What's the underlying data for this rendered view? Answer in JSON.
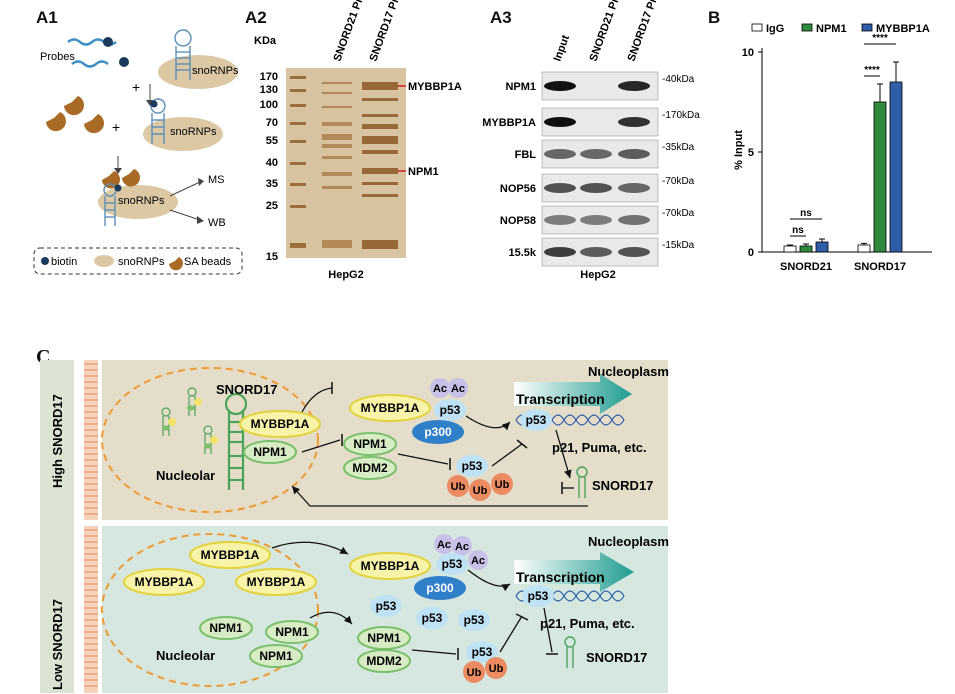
{
  "panels": {
    "a1": "A1",
    "a2": "A2",
    "a3": "A3",
    "b": "B",
    "c": "C"
  },
  "a1": {
    "probes": "Probes",
    "snornps_top": "snoRNPs",
    "snornps_mid": "snoRNPs",
    "snornps_bottom": "snoRNPs",
    "plus1": "+",
    "plus2": "+",
    "ms": "MS",
    "wb": "WB",
    "legend": [
      "biotin",
      "snoRNPs",
      "SA beads"
    ],
    "colors": {
      "probe": "#3d8fc5",
      "biotin": "#1b3a5c",
      "snornp": "#dcc9a4",
      "sa_bead": "#a86a24"
    }
  },
  "a2": {
    "kda_title": "KDa",
    "markers": [
      "170",
      "130",
      "100",
      "70",
      "55",
      "40",
      "35",
      "25",
      "15"
    ],
    "lanes": [
      "SNORD21 Probes",
      "SNORD17 Probes"
    ],
    "band_labels": [
      "MYBBP1A",
      "NPM1"
    ],
    "cell": "HepG2"
  },
  "a3": {
    "lanes": [
      "Input",
      "SNORD21 Probes",
      "SNORD17 Probes"
    ],
    "blots": [
      "NPM1",
      "MYBBP1A",
      "FBL",
      "NOP56",
      "NOP58",
      "15.5k"
    ],
    "sizes": [
      "40kDa",
      "170kDa",
      "35kDa",
      "70kDa",
      "70kDa",
      "15kDa"
    ],
    "cell": "HepG2"
  },
  "chart_data": {
    "type": "bar",
    "categories": [
      "SNORD21",
      "SNORD17"
    ],
    "series": [
      {
        "name": "IgG",
        "values": [
          0.3,
          0.35
        ],
        "errors": [
          0.05,
          0.08
        ],
        "color": "#ffffff"
      },
      {
        "name": "NPM1",
        "values": [
          0.3,
          7.5
        ],
        "errors": [
          0.1,
          0.9
        ],
        "color": "#2e8b3e"
      },
      {
        "name": "MYBBP1A",
        "values": [
          0.5,
          8.5
        ],
        "errors": [
          0.15,
          1.0
        ],
        "color": "#2f5ea8"
      }
    ],
    "ylabel": "% Input",
    "yticks": [
      "0",
      "5",
      "10"
    ],
    "ylim": [
      0,
      10
    ],
    "annotations": [
      "ns",
      "ns",
      "****",
      "****"
    ],
    "legend_position": "top"
  },
  "c": {
    "high_label": "High SNORD17",
    "low_label": "Low SNORD17",
    "high": {
      "snord17": "SNORD17",
      "mybbp1a": "MYBBP1A",
      "npm1": "NPM1",
      "nucleolar": "Nucleolar",
      "mybbp1a_np": "MYBBP1A",
      "p53": "p53",
      "ac": [
        "Ac",
        "Ac"
      ],
      "p300": "p300",
      "npm1_np": "NPM1",
      "mdm2": "MDM2",
      "p53_ub": "p53",
      "ub": [
        "Ub",
        "Ub",
        "Ub"
      ],
      "nucleoplasm": "Nucleoplasm",
      "transcription": "Transcription",
      "p53_dna": "p53",
      "targets": "p21, Puma, etc.",
      "snord17_target": "SNORD17"
    },
    "low": {
      "mybbp1a": [
        "MYBBP1A",
        "MYBBP1A",
        "MYBBP1A"
      ],
      "npm1": [
        "NPM1",
        "NPM1",
        "NPM1"
      ],
      "nucleolar": "Nucleolar",
      "mybbp1a_np": "MYBBP1A",
      "p53": "p53",
      "ac": [
        "Ac",
        "Ac",
        "Ac"
      ],
      "p300": "p300",
      "p53_free": [
        "p53",
        "p53",
        "p53"
      ],
      "npm1_np": "NPM1",
      "mdm2": "MDM2",
      "p53_ub": "p53",
      "ub": [
        "Ub",
        "Ub"
      ],
      "nucleoplasm": "Nucleoplasm",
      "transcription": "Transcription",
      "p53_dna": "p53",
      "targets": "p21, Puma, etc.",
      "snord17_target": "SNORD17"
    }
  }
}
